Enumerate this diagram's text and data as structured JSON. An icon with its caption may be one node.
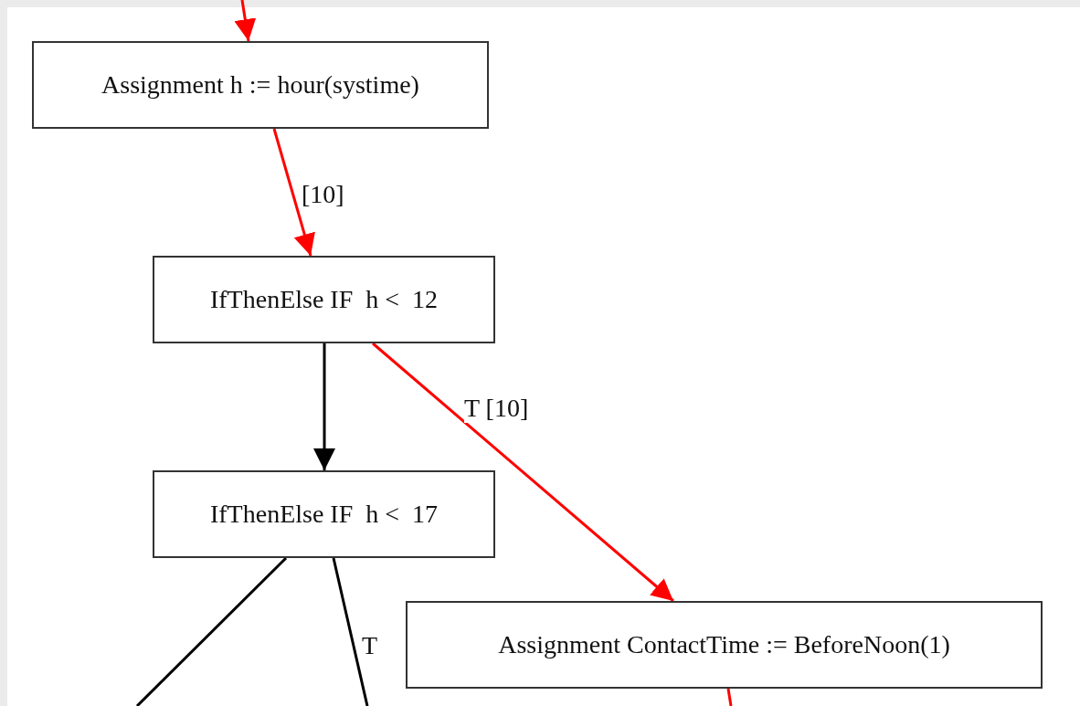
{
  "diagram": {
    "nodes": [
      {
        "text": [
          "Assignment h := hour(systime)"
        ]
      },
      {
        "text": [
          "IfThenElse IF  h <  12"
        ]
      },
      {
        "text": [
          "IfThenElse IF  h <  17"
        ]
      },
      {
        "text": [
          "Assignment ContactTime := BeforeNoon(1)"
        ]
      }
    ],
    "edges": [
      {
        "from": null,
        "to": 0,
        "arrow": "to"
      },
      {
        "from": 0,
        "to": 1,
        "arrow": "to",
        "label": "[10]"
      },
      {
        "from": 1,
        "to": 2,
        "arrow": "to",
        "color": "#000000"
      },
      {
        "from": 1,
        "to": 3,
        "arrow": "to",
        "label": "T [10]"
      },
      {
        "from": 2,
        "to": null,
        "arrow": "none",
        "color": "#000000"
      },
      {
        "from": 2,
        "to": null,
        "arrow": "none",
        "label": "T",
        "color": "#000000"
      },
      {
        "from": 3,
        "to": null,
        "arrow": "none"
      }
    ]
  }
}
